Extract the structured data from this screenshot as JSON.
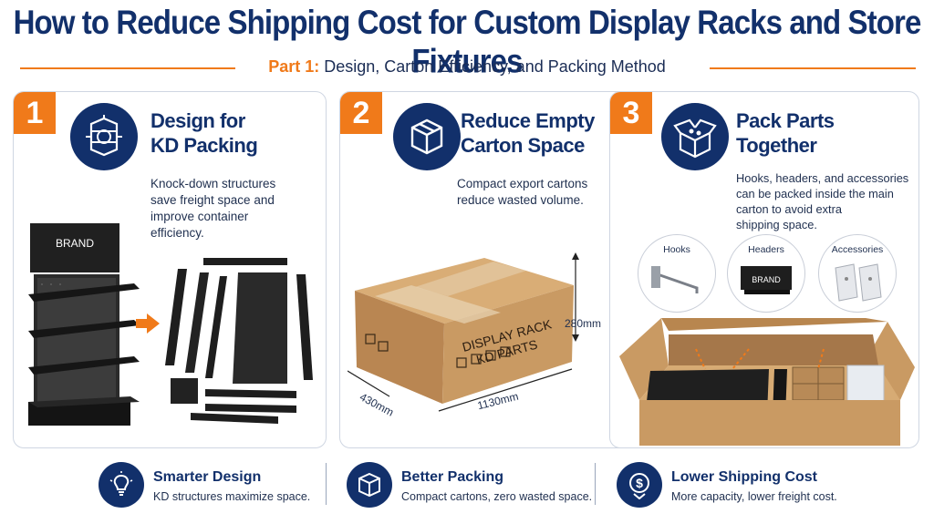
{
  "header": {
    "title": "How to Reduce Shipping Cost for Custom Display Racks and Store Fixtures",
    "part_label": "Part 1:",
    "subtitle": "Design, Carton Efficiency, and Packing Method"
  },
  "cards": [
    {
      "number": "1",
      "title_line1": "Design for",
      "title_line2": "KD Packing",
      "desc_lines": [
        "Knock-down structures",
        "save freight space and",
        "improve container",
        "efficiency."
      ],
      "brand_text": "BRAND",
      "icon": "rack-frame-icon"
    },
    {
      "number": "2",
      "title_line1": "Reduce Empty",
      "title_line2": "Carton Space",
      "desc_lines": [
        "Compact export cartons",
        "reduce wasted volume."
      ],
      "carton_text_line1": "DISPLAY RACK",
      "carton_text_line2": "KD PARTS",
      "dim_height": "280mm",
      "dim_width": "1130mm",
      "dim_depth": "430mm",
      "icon": "box-icon"
    },
    {
      "number": "3",
      "title_line1": "Pack Parts",
      "title_line2": "Together",
      "desc_lines": [
        "Hooks, headers, and accessories",
        "can be packed inside the main",
        "carton to avoid extra",
        "shipping space."
      ],
      "callouts": [
        "Hooks",
        "Headers",
        "Accessories"
      ],
      "header_brand_text": "BRAND",
      "icon": "open-box-icon"
    }
  ],
  "footer": [
    {
      "title": "Smarter Design",
      "desc": "KD structures maximize space.",
      "icon": "lightbulb-icon"
    },
    {
      "title": "Better Packing",
      "desc": "Compact cartons, zero wasted space.",
      "icon": "box-icon"
    },
    {
      "title": "Lower Shipping Cost",
      "desc": "More capacity, lower freight cost.",
      "icon": "dollar-icon"
    }
  ],
  "colors": {
    "navy": "#12306b",
    "orange": "#f07a1a",
    "kraft": "#c99a63",
    "panel": "#1e1e1e"
  }
}
